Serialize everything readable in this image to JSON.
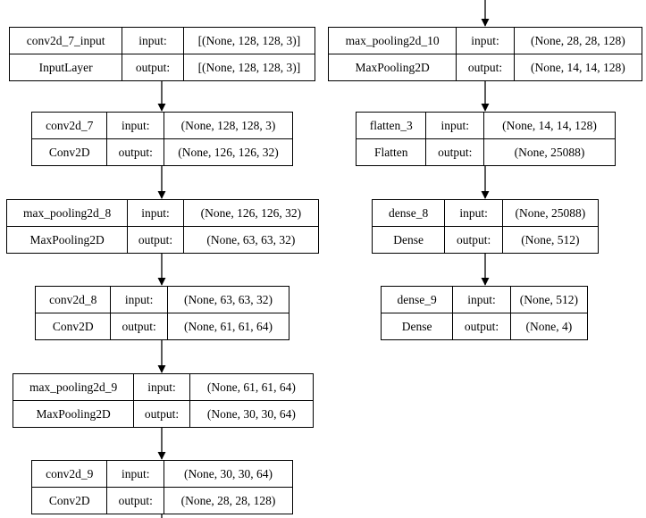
{
  "nodes": [
    {
      "name": "conv2d_7_input",
      "type": "InputLayer",
      "input": "[(None, 128, 128, 3)]",
      "output": "[(None, 128, 128, 3)]"
    },
    {
      "name": "conv2d_7",
      "type": "Conv2D",
      "input": "(None, 128, 128, 3)",
      "output": "(None, 126, 126, 32)"
    },
    {
      "name": "max_pooling2d_8",
      "type": "MaxPooling2D",
      "input": "(None, 126, 126, 32)",
      "output": "(None, 63, 63, 32)"
    },
    {
      "name": "conv2d_8",
      "type": "Conv2D",
      "input": "(None, 63, 63, 32)",
      "output": "(None, 61, 61, 64)"
    },
    {
      "name": "max_pooling2d_9",
      "type": "MaxPooling2D",
      "input": "(None, 61, 61, 64)",
      "output": "(None, 30, 30, 64)"
    },
    {
      "name": "conv2d_9",
      "type": "Conv2D",
      "input": "(None, 30, 30, 64)",
      "output": "(None, 28, 28, 128)"
    },
    {
      "name": "max_pooling2d_10",
      "type": "MaxPooling2D",
      "input": "(None, 28, 28, 128)",
      "output": "(None, 14, 14, 128)"
    },
    {
      "name": "flatten_3",
      "type": "Flatten",
      "input": "(None, 14, 14, 128)",
      "output": "(None, 25088)"
    },
    {
      "name": "dense_8",
      "type": "Dense",
      "input": "(None, 25088)",
      "output": "(None, 512)"
    },
    {
      "name": "dense_9",
      "type": "Dense",
      "input": "(None, 512)",
      "output": "(None, 4)"
    }
  ],
  "labels": {
    "input": "input:",
    "output": "output:"
  }
}
